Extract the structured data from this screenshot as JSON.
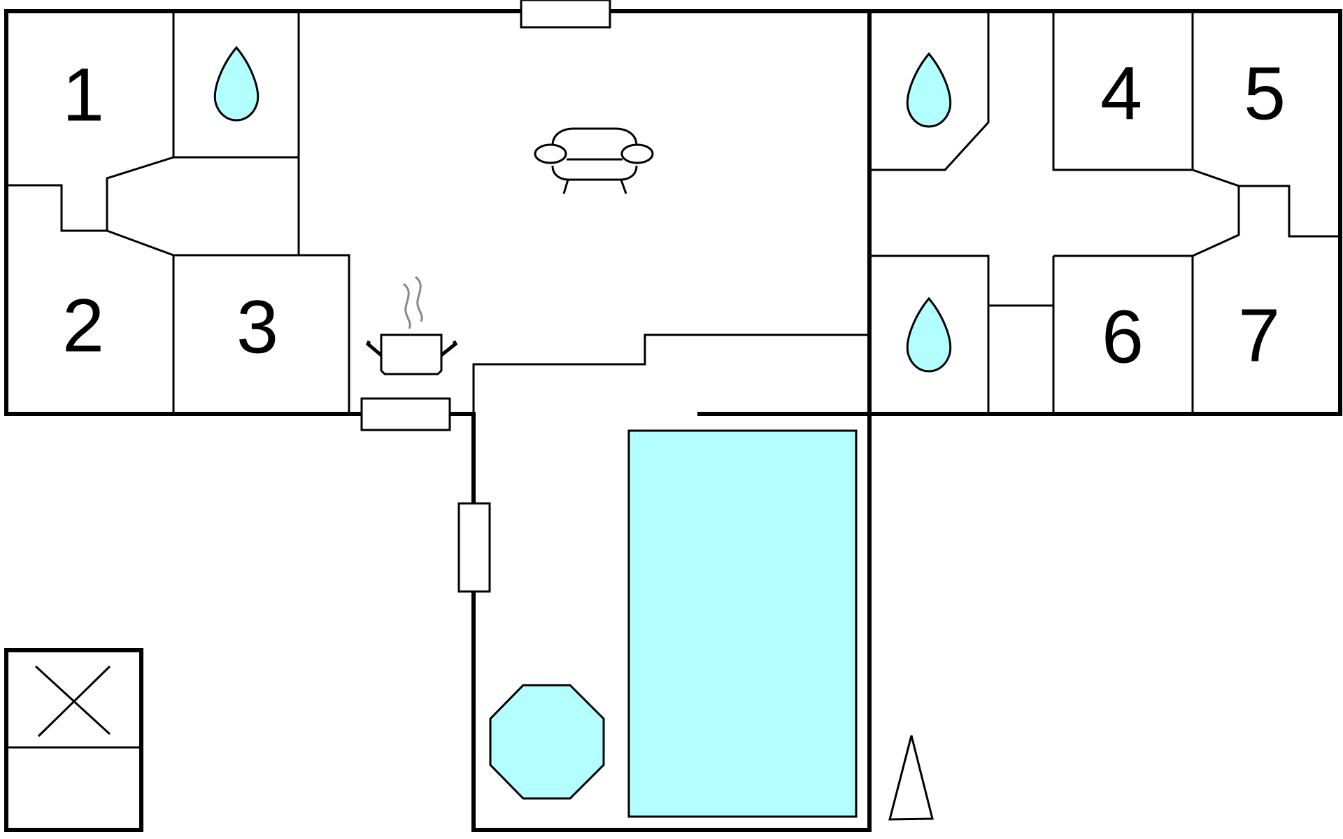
{
  "rooms": [
    {
      "label": "1"
    },
    {
      "label": "2"
    },
    {
      "label": "3"
    },
    {
      "label": "4"
    },
    {
      "label": "5"
    },
    {
      "label": "6"
    },
    {
      "label": "7"
    }
  ],
  "icons": {
    "water_drop": "water-drop-icon",
    "sofa": "sofa-icon",
    "cooking_pot": "cooking-pot-icon",
    "hot_tub": "hot-tub-icon",
    "pool": "pool-icon",
    "outbuilding": "cross-icon",
    "north_arrow": "north-arrow-icon"
  },
  "colors": {
    "water": "#b3ffff",
    "walls": "#000000",
    "steam": "#888888",
    "background": "#ffffff"
  }
}
